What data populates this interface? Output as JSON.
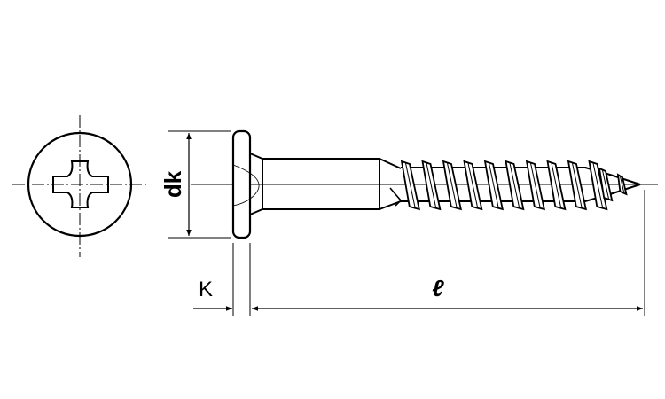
{
  "diagram": {
    "labels": {
      "head_diameter": "dk",
      "head_height": "K",
      "length": "ℓ"
    },
    "colors": {
      "line": "#000000",
      "background": "#ffffff"
    }
  }
}
